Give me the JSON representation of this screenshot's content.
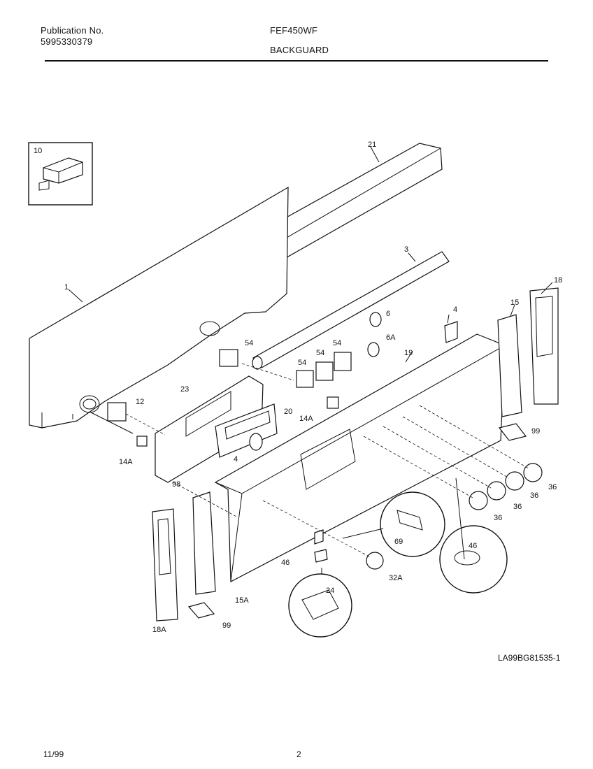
{
  "header": {
    "publication_label": "Publication No.",
    "publication_number": "5995330379",
    "model": "FEF450WF",
    "section": "BACKGUARD"
  },
  "diagram": {
    "drawing_code": "LA99BG81535-1",
    "callouts": [
      "10",
      "21",
      "3",
      "1",
      "18",
      "15",
      "4",
      "6",
      "6A",
      "19",
      "54",
      "54",
      "54",
      "54",
      "12",
      "23",
      "20",
      "14A",
      "14A",
      "4",
      "99",
      "36",
      "36",
      "36",
      "36",
      "98",
      "69",
      "46",
      "46",
      "32A",
      "24",
      "15A",
      "99",
      "18A"
    ]
  },
  "footer": {
    "date": "11/99",
    "page": "2"
  }
}
